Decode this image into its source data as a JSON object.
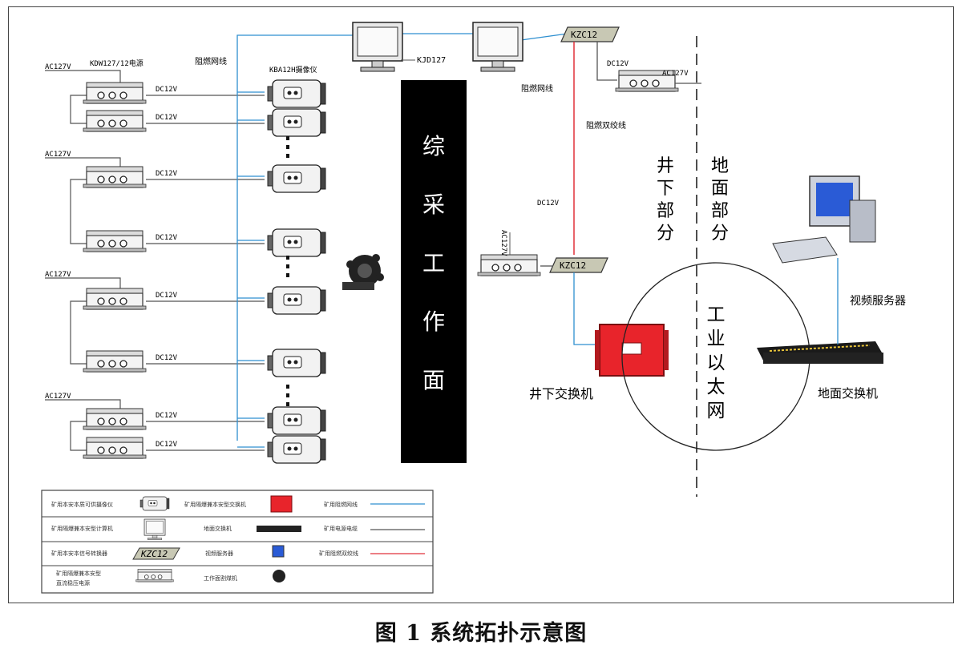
{
  "caption": "图 1  系统拓扑示意图",
  "left": {
    "ac": "AC127V",
    "psu_title": "KDW127/12电源",
    "dc": "DC12V",
    "cable_label": "阻燃网线",
    "camera_title": "KBA12H摄像仪"
  },
  "center": {
    "kjd": "KJD127",
    "face": [
      "综",
      "采",
      "工",
      "作",
      "面"
    ]
  },
  "right": {
    "kzc": "KZC12",
    "dc": "DC12V",
    "ac": "AC127V",
    "ac_vert": "AC127V",
    "net_cable": "阻燃网线",
    "twisted": "阻燃双绞线",
    "underground_switch": "井下交换机",
    "surface_switch": "地面交换机",
    "video_server": "视频服务器",
    "under": [
      "井",
      "下",
      "部",
      "分"
    ],
    "surface": [
      "地",
      "面",
      "部",
      "分"
    ],
    "ethernet": [
      "工",
      "业",
      "以",
      "太",
      "网"
    ]
  },
  "legend": {
    "r1": [
      "矿用本安本质可供摄像仪",
      "矿用隔爆兼本安型交换机",
      "矿用阻燃网线"
    ],
    "r2": [
      "矿用隔爆兼本安型计算机",
      "地面交换机",
      "矿用电源电缆"
    ],
    "r3": [
      "矿用本安本信号转换器",
      "KZC12",
      "视频服务器",
      "矿用阻燃双绞线"
    ],
    "r4a": "矿用隔爆兼本安型",
    "r4b": "直流稳压电源",
    "r4c": "工作面割煤机"
  },
  "colors": {
    "blue": "#2e8fd0",
    "red": "#e0303a",
    "dark": "#555555",
    "face": "#000000"
  }
}
